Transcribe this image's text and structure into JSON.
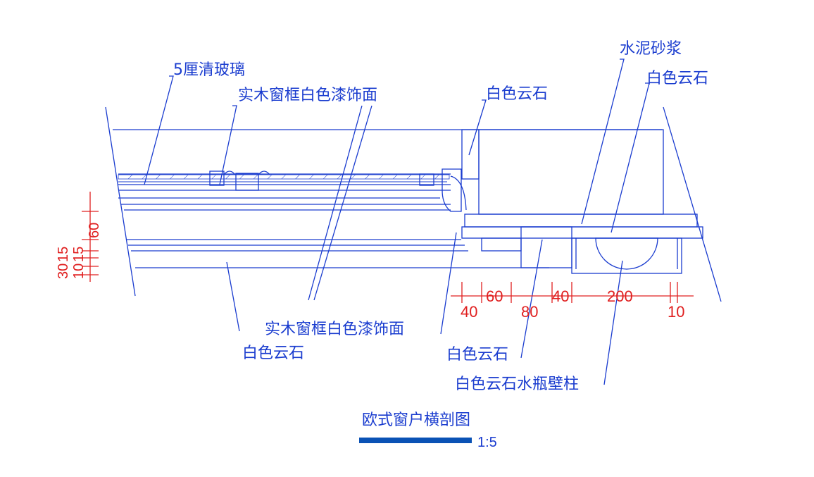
{
  "title": "欧式窗户横剖图",
  "scale": "1:5",
  "labels": {
    "glass": "5厘清玻璃",
    "frame_top": "实木窗框白色漆饰面",
    "marble_top": "白色云石",
    "cement": "水泥砂浆",
    "marble_right": "白色云石",
    "frame_bottom": "实木窗框白色漆饰面",
    "marble_bottom_left": "白色云石",
    "marble_bottom": "白色云石",
    "pilaster": "白色云石水瓶壁柱"
  },
  "dims_horizontal": [
    "40",
    "60",
    "80",
    "40",
    "200",
    "10"
  ],
  "dims_vertical": [
    "30",
    "15",
    "10",
    "15",
    "60"
  ],
  "colors": {
    "line": "#1a3ccf",
    "dimension": "#e02020",
    "title_bar": "#0a52b5"
  }
}
